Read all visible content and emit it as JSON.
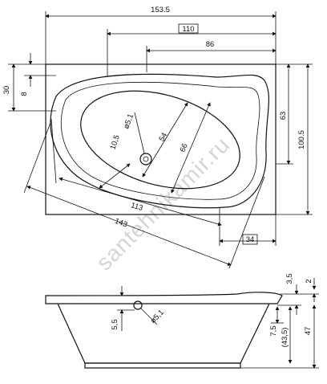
{
  "top_view": {
    "dimensions": {
      "overall_length": "153.5",
      "inner_length_boxed": "110",
      "rim_length": "86",
      "left_offset": "30",
      "small_offset": "8",
      "right_height": "63",
      "overall_width": "100.5",
      "drain_diameter": "ø5,1",
      "diag_54": "54",
      "diag_66": "66",
      "dim_10_5": "10,5",
      "bottom_length": "113",
      "overall_diagonal": "143",
      "bottom_right_boxed": "34"
    }
  },
  "side_view": {
    "dimensions": {
      "rim_depth": "3,5",
      "top_step": "2",
      "drain_offset": "5,5",
      "drain_diameter": "ø5,1",
      "overflow_height": "7,5",
      "overflow_alt": "(43,5)",
      "overall_height": "47"
    }
  },
  "watermark": "santehnikamir.ru"
}
